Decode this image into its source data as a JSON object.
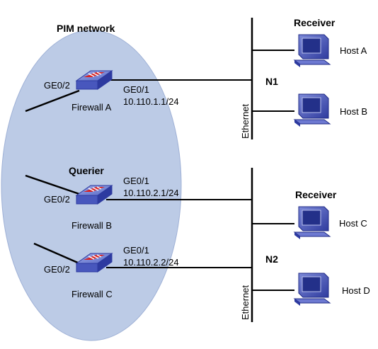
{
  "title": "PIM network",
  "colors": {
    "cloud": "#bccbe6",
    "cloud_stroke": "#9fb1d6",
    "device": "#6f7fcf",
    "device_dark": "#2d3aa0",
    "flag": "#d92222",
    "pc_body": "#4d5bc4"
  },
  "firewalls": [
    {
      "name": "Firewall A",
      "left_port": "GE0/2",
      "right_port": "GE0/1",
      "ip": "10.110.1.1/24",
      "role": ""
    },
    {
      "name": "Firewall B",
      "left_port": "GE0/2",
      "right_port": "GE0/1",
      "ip": "10.110.2.1/24",
      "role": "Querier"
    },
    {
      "name": "Firewall C",
      "left_port": "GE0/2",
      "right_port": "GE0/1",
      "ip": "10.110.2.2/24",
      "role": ""
    }
  ],
  "networks": [
    {
      "name": "N1",
      "medium": "Ethernet"
    },
    {
      "name": "N2",
      "medium": "Ethernet"
    }
  ],
  "hosts": [
    {
      "name": "Host A",
      "role": "Receiver"
    },
    {
      "name": "Host B",
      "role": ""
    },
    {
      "name": "Host C",
      "role": "Receiver"
    },
    {
      "name": "Host D",
      "role": ""
    }
  ]
}
